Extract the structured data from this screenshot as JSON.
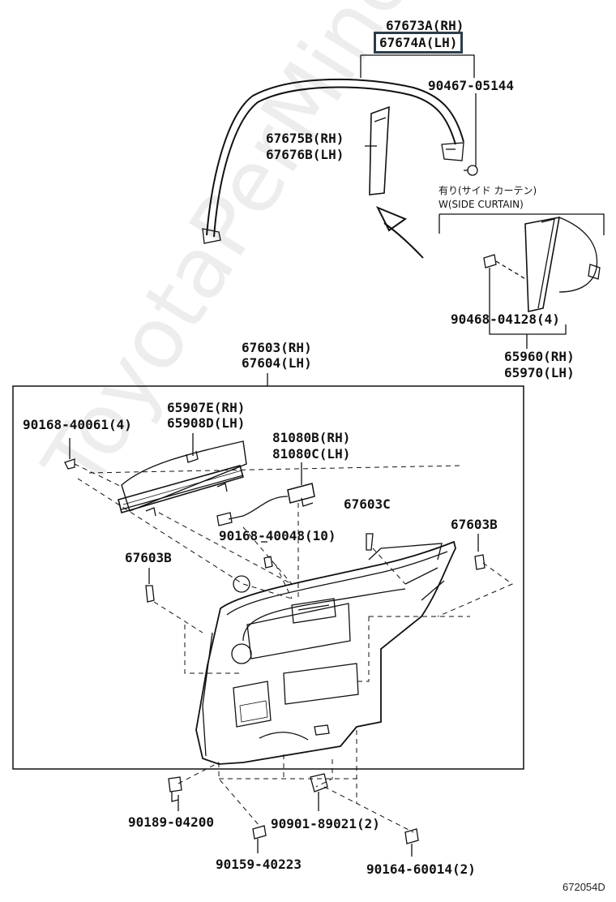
{
  "watermark": "ToyotaPerMine.ru",
  "diagram_code": "672054D",
  "labels": {
    "p67673a": "67673A(RH)",
    "p67674a": "67674A(LH)",
    "p90467": "90467-05144",
    "p67675b": "67675B(RH)",
    "p67676b": "67676B(LH)",
    "side_curtain_jp": "有り(サイド カーテン)",
    "side_curtain_en": "W(SIDE CURTAIN)",
    "p90468": "90468-04128(4)",
    "p65960": "65960(RH)",
    "p65970": "65970(LH)",
    "p67603": "67603(RH)",
    "p67604": "67604(LH)",
    "p90168_40061": "90168-40061(4)",
    "p65907e": "65907E(RH)",
    "p65908d": "65908D(LH)",
    "p81080b": "81080B(RH)",
    "p81080c": "81080C(LH)",
    "p67603c": "67603C",
    "p67603b_right": "67603B",
    "p67603b_left": "67603B",
    "p90168_40048": "90168-40048(10)",
    "p90189": "90189-04200",
    "p90901": "90901-89021(2)",
    "p90159": "90159-40223",
    "p90164": "90164-60014(2)"
  }
}
